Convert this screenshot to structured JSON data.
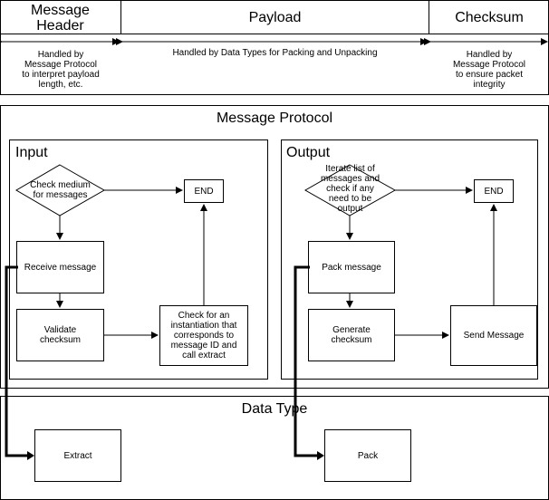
{
  "packet": {
    "header_title": "Message\nHeader",
    "payload_title": "Payload",
    "checksum_title": "Checksum",
    "header_note": "Handled by\nMessage Protocol\nto interpret payload\nlength, etc.",
    "payload_note": "Handled by Data Types for Packing and Unpacking",
    "checksum_note": "Handled by\nMessage Protocol\nto ensure packet\nintegrity"
  },
  "protocol": {
    "title": "Message Protocol",
    "input": {
      "title": "Input",
      "check_medium": "Check medium\nfor messages",
      "end": "END",
      "receive": "Receive message",
      "validate": "Validate\nchecksum",
      "instantiate": "Check for an\ninstantiation that\ncorresponds to\nmessage ID and\ncall extract"
    },
    "output": {
      "title": "Output",
      "iterate": "Iterate list of\nmessages and\ncheck if any\nneed to be\noutput",
      "end": "END",
      "pack": "Pack message",
      "generate": "Generate\nchecksum",
      "send": "Send Message"
    }
  },
  "data_type": {
    "title": "Data Type",
    "extract": "Extract",
    "pack": "Pack"
  }
}
